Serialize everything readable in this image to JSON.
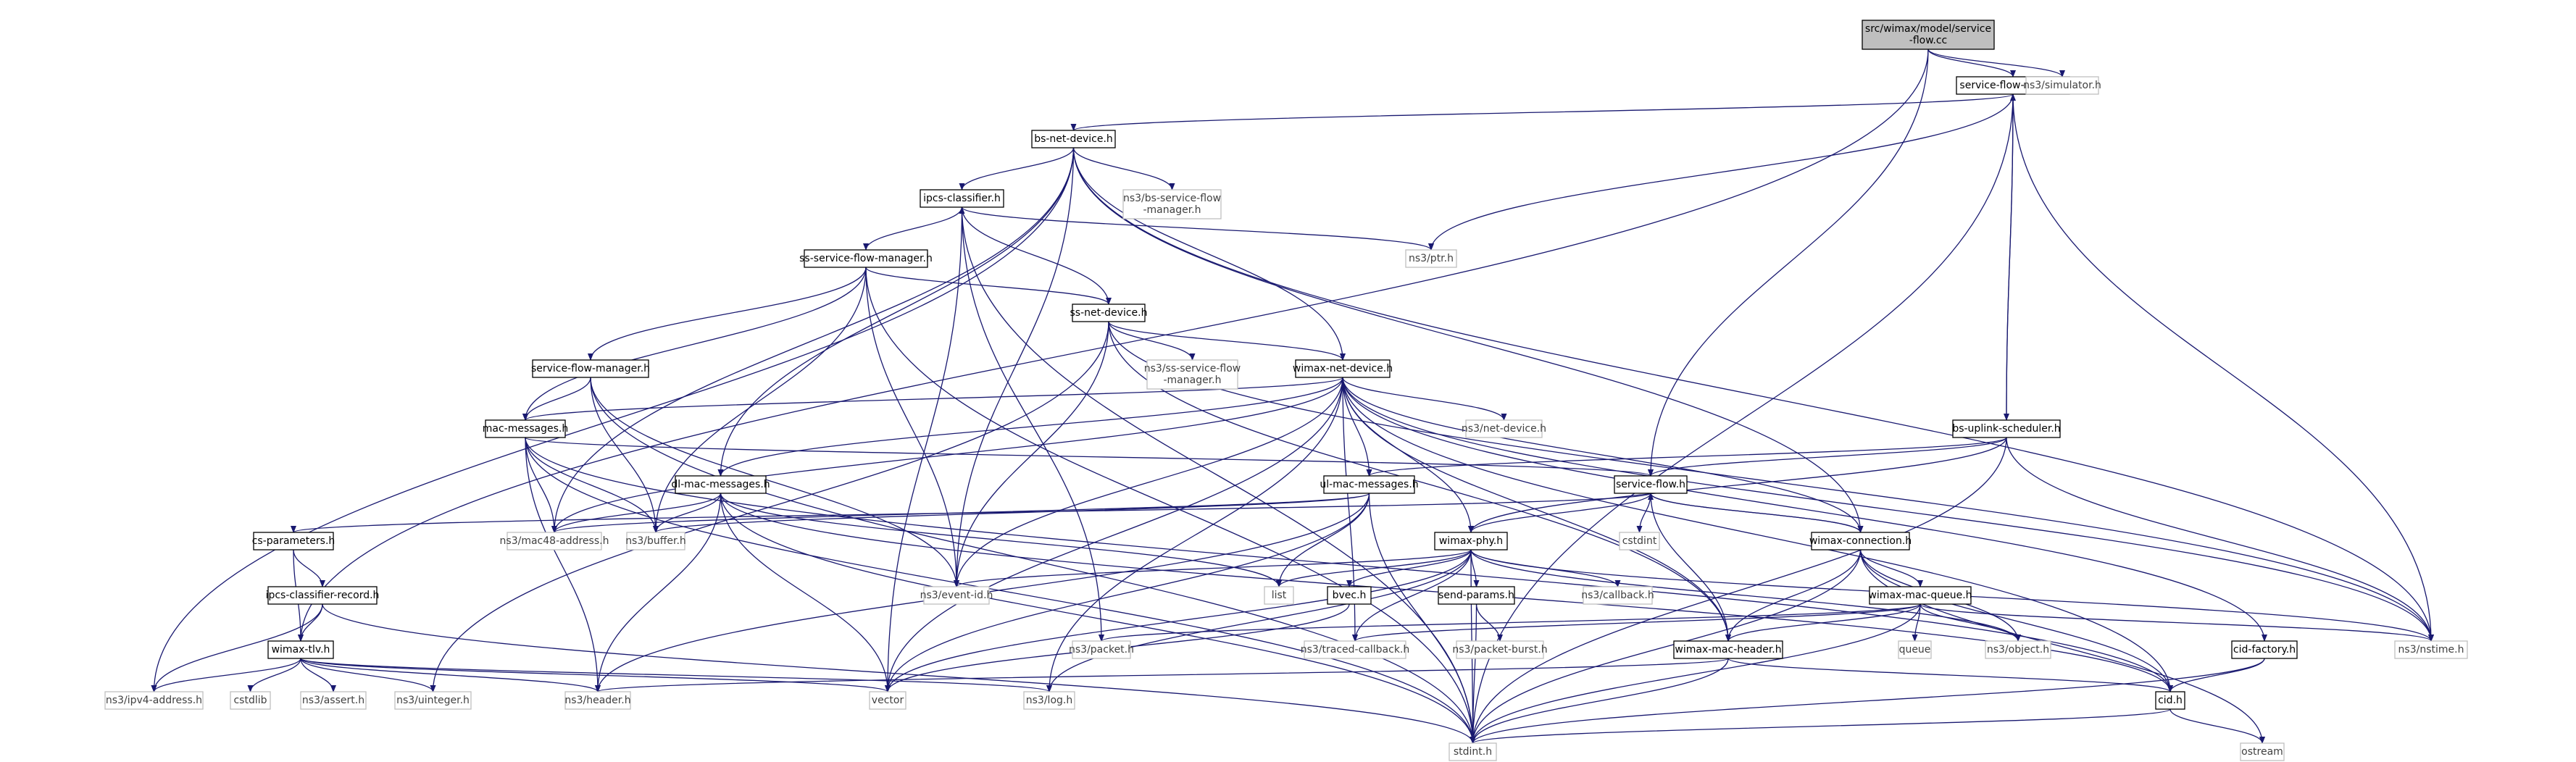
{
  "colors": {
    "edge": "#191970",
    "root_fill": "#bfbfbf",
    "local_border": "#000000",
    "external_border": "#bfbfbf"
  },
  "nodes": [
    {
      "id": "root",
      "lines": [
        "src/wimax/model/service",
        "-flow.cc"
      ],
      "kind": "root"
    },
    {
      "id": "sfrecord",
      "lines": [
        "service-flow-record.h"
      ],
      "kind": "local"
    },
    {
      "id": "simulator",
      "lines": [
        "ns3/simulator.h"
      ],
      "kind": "ext"
    },
    {
      "id": "bsnet",
      "lines": [
        "bs-net-device.h"
      ],
      "kind": "local"
    },
    {
      "id": "ipcs",
      "lines": [
        "ipcs-classifier.h"
      ],
      "kind": "local"
    },
    {
      "id": "bssfm",
      "lines": [
        "ns3/bs-service-flow",
        "-manager.h"
      ],
      "kind": "ext"
    },
    {
      "id": "ptr",
      "lines": [
        "ns3/ptr.h"
      ],
      "kind": "ext"
    },
    {
      "id": "sssfm",
      "lines": [
        "ss-service-flow-manager.h"
      ],
      "kind": "local"
    },
    {
      "id": "ssnet",
      "lines": [
        "ss-net-device.h"
      ],
      "kind": "local"
    },
    {
      "id": "nsssfm",
      "lines": [
        "ns3/ss-service-flow",
        "-manager.h"
      ],
      "kind": "ext"
    },
    {
      "id": "sfmgr",
      "lines": [
        "service-flow-manager.h"
      ],
      "kind": "local"
    },
    {
      "id": "wimaxnet",
      "lines": [
        "wimax-net-device.h"
      ],
      "kind": "local"
    },
    {
      "id": "netdevice",
      "lines": [
        "ns3/net-device.h"
      ],
      "kind": "ext"
    },
    {
      "id": "bsuplink",
      "lines": [
        "bs-uplink-scheduler.h"
      ],
      "kind": "local"
    },
    {
      "id": "macmsg",
      "lines": [
        "mac-messages.h"
      ],
      "kind": "local"
    },
    {
      "id": "dlmac",
      "lines": [
        "dl-mac-messages.h"
      ],
      "kind": "local"
    },
    {
      "id": "ulmac",
      "lines": [
        "ul-mac-messages.h"
      ],
      "kind": "local"
    },
    {
      "id": "sflowh",
      "lines": [
        "service-flow.h"
      ],
      "kind": "local"
    },
    {
      "id": "cstdint",
      "lines": [
        "cstdint"
      ],
      "kind": "ext"
    },
    {
      "id": "wconn",
      "lines": [
        "wimax-connection.h"
      ],
      "kind": "local"
    },
    {
      "id": "csparam",
      "lines": [
        "cs-parameters.h"
      ],
      "kind": "local"
    },
    {
      "id": "mac48",
      "lines": [
        "ns3/mac48-address.h"
      ],
      "kind": "ext"
    },
    {
      "id": "buffer",
      "lines": [
        "ns3/buffer.h"
      ],
      "kind": "ext"
    },
    {
      "id": "wphy",
      "lines": [
        "wimax-phy.h"
      ],
      "kind": "local"
    },
    {
      "id": "eventid",
      "lines": [
        "ns3/event-id.h"
      ],
      "kind": "ext"
    },
    {
      "id": "list",
      "lines": [
        "list"
      ],
      "kind": "ext"
    },
    {
      "id": "bvec",
      "lines": [
        "bvec.h"
      ],
      "kind": "local"
    },
    {
      "id": "sendparams",
      "lines": [
        "send-params.h"
      ],
      "kind": "local"
    },
    {
      "id": "callback",
      "lines": [
        "ns3/callback.h"
      ],
      "kind": "ext"
    },
    {
      "id": "wmacq",
      "lines": [
        "wimax-mac-queue.h"
      ],
      "kind": "local"
    },
    {
      "id": "ipcsrec",
      "lines": [
        "ipcs-classifier-record.h"
      ],
      "kind": "local"
    },
    {
      "id": "wtlv",
      "lines": [
        "wimax-tlv.h"
      ],
      "kind": "local"
    },
    {
      "id": "packet",
      "lines": [
        "ns3/packet.h"
      ],
      "kind": "ext"
    },
    {
      "id": "traced",
      "lines": [
        "ns3/traced-callback.h"
      ],
      "kind": "ext"
    },
    {
      "id": "packetburst",
      "lines": [
        "ns3/packet-burst.h"
      ],
      "kind": "ext"
    },
    {
      "id": "queue",
      "lines": [
        "queue"
      ],
      "kind": "ext"
    },
    {
      "id": "object",
      "lines": [
        "ns3/object.h"
      ],
      "kind": "ext"
    },
    {
      "id": "nstime",
      "lines": [
        "ns3/nstime.h"
      ],
      "kind": "ext"
    },
    {
      "id": "cidfactory",
      "lines": [
        "cid-factory.h"
      ],
      "kind": "local"
    },
    {
      "id": "wmachdr",
      "lines": [
        "wimax-mac-header.h"
      ],
      "kind": "local"
    },
    {
      "id": "ipv4",
      "lines": [
        "ns3/ipv4-address.h"
      ],
      "kind": "ext"
    },
    {
      "id": "cstdlib",
      "lines": [
        "cstdlib"
      ],
      "kind": "ext"
    },
    {
      "id": "assert",
      "lines": [
        "ns3/assert.h"
      ],
      "kind": "ext"
    },
    {
      "id": "uinteger",
      "lines": [
        "ns3/uinteger.h"
      ],
      "kind": "ext"
    },
    {
      "id": "header",
      "lines": [
        "ns3/header.h"
      ],
      "kind": "ext"
    },
    {
      "id": "vector",
      "lines": [
        "vector"
      ],
      "kind": "ext"
    },
    {
      "id": "log",
      "lines": [
        "ns3/log.h"
      ],
      "kind": "ext"
    },
    {
      "id": "cid",
      "lines": [
        "cid.h"
      ],
      "kind": "local"
    },
    {
      "id": "stdint",
      "lines": [
        "stdint.h"
      ],
      "kind": "ext"
    },
    {
      "id": "ostream",
      "lines": [
        "ostream"
      ],
      "kind": "ext"
    }
  ],
  "edges": [
    [
      "root",
      "sfrecord"
    ],
    [
      "root",
      "simulator"
    ],
    [
      "root",
      "sflowh"
    ],
    [
      "root",
      "wtlv"
    ],
    [
      "sfrecord",
      "bsnet"
    ],
    [
      "sfrecord",
      "ptr"
    ],
    [
      "sfrecord",
      "bsuplink"
    ],
    [
      "sfrecord",
      "nstime"
    ],
    [
      "sfrecord",
      "stdint"
    ],
    [
      "bsnet",
      "ipcs"
    ],
    [
      "bsnet",
      "bssfm"
    ],
    [
      "bsnet",
      "wimaxnet"
    ],
    [
      "bsnet",
      "dlmac"
    ],
    [
      "bsnet",
      "mac48"
    ],
    [
      "bsnet",
      "ipv4"
    ],
    [
      "bsnet",
      "nstime"
    ],
    [
      "bsnet",
      "wconn"
    ],
    [
      "bsnet",
      "eventid"
    ],
    [
      "ipcs",
      "sssfm"
    ],
    [
      "ipcs",
      "ptr"
    ],
    [
      "ipcs",
      "vector"
    ],
    [
      "ipcs",
      "packet"
    ],
    [
      "ipcs",
      "stdint"
    ],
    [
      "sssfm",
      "ssnet"
    ],
    [
      "sssfm",
      "sfmgr"
    ],
    [
      "sssfm",
      "macmsg"
    ],
    [
      "sssfm",
      "buffer"
    ],
    [
      "sssfm",
      "eventid"
    ],
    [
      "sssfm",
      "stdint"
    ],
    [
      "ssnet",
      "ipcs"
    ],
    [
      "ssnet",
      "nsssfm"
    ],
    [
      "ssnet",
      "wimaxnet"
    ],
    [
      "ssnet",
      "eventid"
    ],
    [
      "ssnet",
      "uinteger"
    ],
    [
      "ssnet",
      "nstime"
    ],
    [
      "ssnet",
      "wmachdr"
    ],
    [
      "sfmgr",
      "macmsg"
    ],
    [
      "sfmgr",
      "buffer"
    ],
    [
      "sfmgr",
      "stdint"
    ],
    [
      "sfmgr",
      "eventid"
    ],
    [
      "wimaxnet",
      "netdevice"
    ],
    [
      "wimaxnet",
      "macmsg"
    ],
    [
      "wimaxnet",
      "dlmac"
    ],
    [
      "wimaxnet",
      "ulmac"
    ],
    [
      "wimaxnet",
      "wphy"
    ],
    [
      "wimaxnet",
      "wconn"
    ],
    [
      "wimaxnet",
      "mac48"
    ],
    [
      "wimaxnet",
      "eventid"
    ],
    [
      "wimaxnet",
      "traced"
    ],
    [
      "wimaxnet",
      "log"
    ],
    [
      "wimaxnet",
      "nstime"
    ],
    [
      "wimaxnet",
      "cid"
    ],
    [
      "wimaxnet",
      "cidfactory"
    ],
    [
      "wimaxnet",
      "wmachdr"
    ],
    [
      "wimaxnet",
      "vector"
    ],
    [
      "bsuplink",
      "sflowh"
    ],
    [
      "bsuplink",
      "ulmac"
    ],
    [
      "bsuplink",
      "wphy"
    ],
    [
      "bsuplink",
      "nstime"
    ],
    [
      "bsuplink",
      "stdint"
    ],
    [
      "bsuplink",
      "sfrecord"
    ],
    [
      "macmsg",
      "sflowh"
    ],
    [
      "macmsg",
      "mac48"
    ],
    [
      "macmsg",
      "buffer"
    ],
    [
      "macmsg",
      "header"
    ],
    [
      "macmsg",
      "cid"
    ],
    [
      "macmsg",
      "stdint"
    ],
    [
      "dlmac",
      "mac48"
    ],
    [
      "dlmac",
      "buffer"
    ],
    [
      "dlmac",
      "header"
    ],
    [
      "dlmac",
      "vector"
    ],
    [
      "dlmac",
      "stdint"
    ],
    [
      "dlmac",
      "list"
    ],
    [
      "dlmac",
      "cid"
    ],
    [
      "ulmac",
      "buffer"
    ],
    [
      "ulmac",
      "header"
    ],
    [
      "ulmac",
      "list"
    ],
    [
      "ulmac",
      "vector"
    ],
    [
      "ulmac",
      "stdint"
    ],
    [
      "ulmac",
      "mac48"
    ],
    [
      "sflowh",
      "cstdint"
    ],
    [
      "sflowh",
      "wconn"
    ],
    [
      "sflowh",
      "wphy"
    ],
    [
      "sflowh",
      "csparam"
    ],
    [
      "sflowh",
      "wmachdr"
    ],
    [
      "wconn",
      "wmacq"
    ],
    [
      "wconn",
      "wmachdr"
    ],
    [
      "wconn",
      "object"
    ],
    [
      "wconn",
      "cid"
    ],
    [
      "wconn",
      "ostream"
    ],
    [
      "wconn",
      "stdint"
    ],
    [
      "wconn",
      "sflowh"
    ],
    [
      "csparam",
      "ipcsrec"
    ],
    [
      "csparam",
      "wtlv"
    ],
    [
      "wphy",
      "list"
    ],
    [
      "wphy",
      "eventid"
    ],
    [
      "wphy",
      "bvec"
    ],
    [
      "wphy",
      "sendparams"
    ],
    [
      "wphy",
      "callback"
    ],
    [
      "wphy",
      "traced"
    ],
    [
      "wphy",
      "object"
    ],
    [
      "wphy",
      "nstime"
    ],
    [
      "wphy",
      "log"
    ],
    [
      "wphy",
      "vector"
    ],
    [
      "wphy",
      "stdint"
    ],
    [
      "bvec",
      "vector"
    ],
    [
      "sendparams",
      "packetburst"
    ],
    [
      "sendparams",
      "stdint"
    ],
    [
      "wmacq",
      "packet"
    ],
    [
      "wmacq",
      "traced"
    ],
    [
      "wmacq",
      "queue"
    ],
    [
      "wmacq",
      "object"
    ],
    [
      "wmacq",
      "nstime"
    ],
    [
      "wmacq",
      "wmachdr"
    ],
    [
      "wmacq",
      "stdint"
    ],
    [
      "ipcsrec",
      "wtlv"
    ],
    [
      "ipcsrec",
      "ipv4"
    ],
    [
      "ipcsrec",
      "stdint"
    ],
    [
      "wtlv",
      "ipv4"
    ],
    [
      "wtlv",
      "cstdlib"
    ],
    [
      "wtlv",
      "assert"
    ],
    [
      "wtlv",
      "uinteger"
    ],
    [
      "wtlv",
      "header"
    ],
    [
      "wtlv",
      "vector"
    ],
    [
      "wtlv",
      "log"
    ],
    [
      "wmachdr",
      "header"
    ],
    [
      "wmachdr",
      "cid"
    ],
    [
      "wmachdr",
      "stdint"
    ],
    [
      "cidfactory",
      "cid"
    ],
    [
      "cidfactory",
      "stdint"
    ],
    [
      "cid",
      "stdint"
    ],
    [
      "cid",
      "ostream"
    ]
  ]
}
